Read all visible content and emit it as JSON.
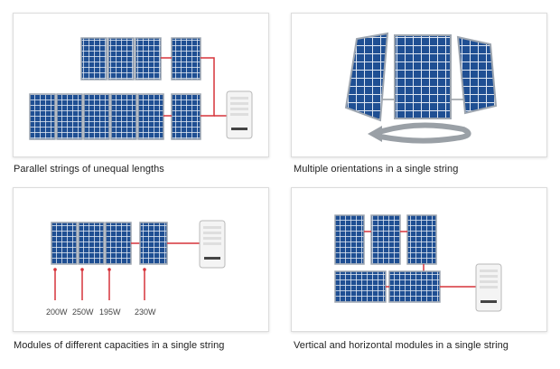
{
  "captions": {
    "parallel": "Parallel strings of unequal lengths",
    "orientations": "Multiple orientations in a single string",
    "capacities": "Modules of different capacities in a single string",
    "vertical_horizontal": "Vertical and horizontal modules in a single string"
  },
  "wattages": [
    "200W",
    "250W",
    "195W",
    "230W"
  ],
  "colors": {
    "panel_frame": "#9ea6b0",
    "cell": "#1f4f93",
    "cell_grid": "#e8eef6",
    "wire": "#d6333a",
    "inverter_body": "#f2f2f2",
    "arrow": "#9aa0a6"
  }
}
